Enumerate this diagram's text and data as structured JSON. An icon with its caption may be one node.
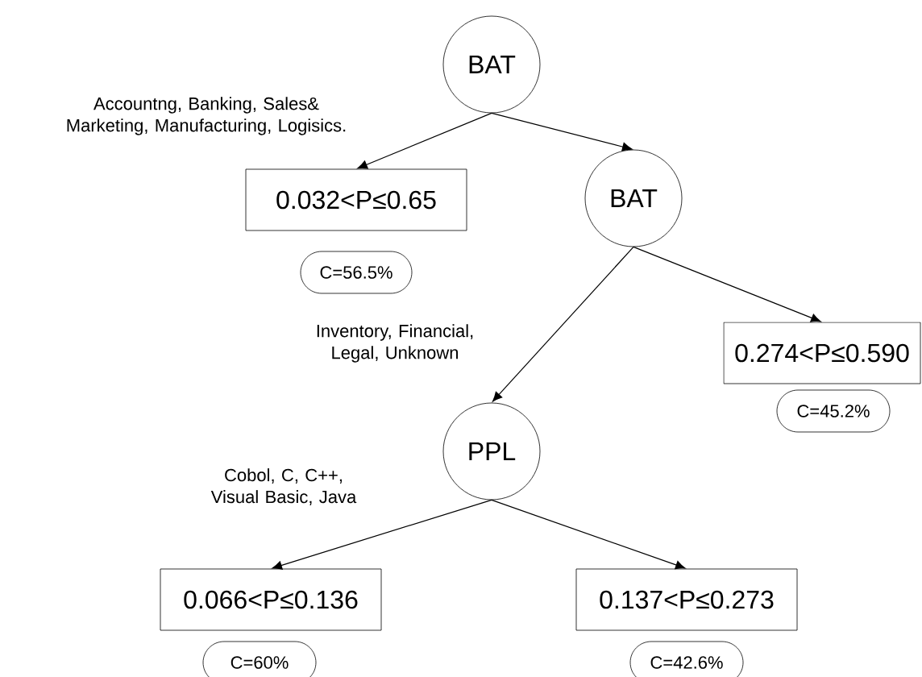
{
  "diagram": {
    "nodes": [
      {
        "text": [
          "BAT"
        ]
      },
      {
        "text": [
          "0.032<P≤0.65"
        ]
      },
      {
        "text": [
          "BAT"
        ]
      },
      {
        "text": [
          "C=56.5%"
        ]
      },
      {
        "text": [
          "0.274<P≤0.590"
        ]
      },
      {
        "text": [
          "C=45.2%"
        ]
      },
      {
        "text": [
          "PPL"
        ]
      },
      {
        "text": [
          "0.066<P≤0.136"
        ]
      },
      {
        "text": [
          "0.137<P≤0.273"
        ]
      },
      {
        "text": [
          "C=60%"
        ]
      },
      {
        "text": [
          "C=42.6%"
        ]
      }
    ],
    "edges": [
      {
        "from": 0,
        "to": 1,
        "arrow": "to",
        "label": "Accountng, Banking, Sales& Marketing, Manufacturing, Logisics."
      },
      {
        "from": 0,
        "to": 2,
        "arrow": "to"
      },
      {
        "from": 2,
        "to": 6,
        "arrow": "to",
        "label": "Inventory, Financial, Legal, Unknown"
      },
      {
        "from": 2,
        "to": 4,
        "arrow": "to"
      },
      {
        "from": 6,
        "to": 7,
        "arrow": "to",
        "label": "Cobol, C, C++, Visual Basic, Java"
      },
      {
        "from": 6,
        "to": 8,
        "arrow": "to"
      }
    ]
  }
}
